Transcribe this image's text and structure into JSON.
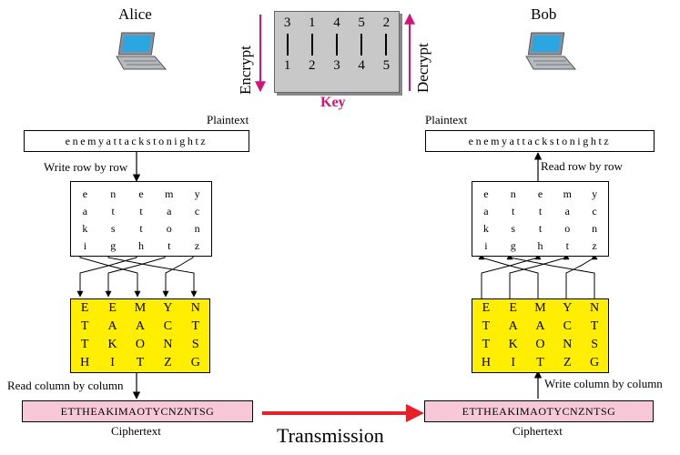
{
  "actors": {
    "alice": "Alice",
    "bob": "Bob"
  },
  "key": {
    "label": "Key",
    "encrypt": "Encrypt",
    "decrypt": "Decrypt",
    "top": [
      "3",
      "1",
      "4",
      "5",
      "2"
    ],
    "bottom": [
      "1",
      "2",
      "3",
      "4",
      "5"
    ]
  },
  "left": {
    "plaintext_label": "Plaintext",
    "plaintext": "enemyattackstonightz",
    "write_label": "Write row by row",
    "read_label": "Read column by column",
    "ciphertext": "ETTHEAKIMAOTYCNZNTSG",
    "ciphertext_label": "Ciphertext"
  },
  "right": {
    "plaintext_label": "Plaintext",
    "plaintext": "enemyattackstonightz",
    "read_label": "Read row by row",
    "write_label": "Write column by column",
    "ciphertext": "ETTHEAKIMAOTYCNZNTSG",
    "ciphertext_label": "Ciphertext"
  },
  "grid_rows": [
    [
      "e",
      "n",
      "e",
      "m",
      "y"
    ],
    [
      "a",
      "t",
      "t",
      "a",
      "c"
    ],
    [
      "k",
      "s",
      "t",
      "o",
      "n"
    ],
    [
      "i",
      "g",
      "h",
      "t",
      "z"
    ]
  ],
  "perm_rows": [
    [
      "E",
      "E",
      "M",
      "Y",
      "N"
    ],
    [
      "T",
      "A",
      "A",
      "C",
      "T"
    ],
    [
      "T",
      "K",
      "O",
      "N",
      "S"
    ],
    [
      "H",
      "I",
      "T",
      "Z",
      "G"
    ]
  ],
  "transmission": "Transmission",
  "colors": {
    "magenta": "#d6127a",
    "red": "#e8202a",
    "yellow": "#ffee00",
    "pink": "#f6c8d8"
  }
}
